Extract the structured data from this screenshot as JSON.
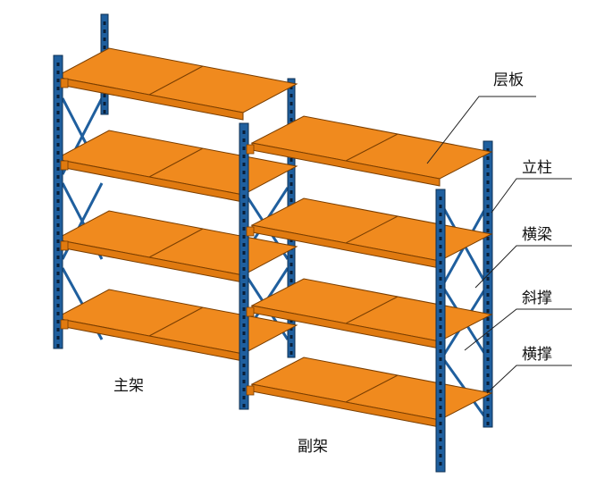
{
  "colors": {
    "upright": "#1f5f9e",
    "upright_edge": "#0e2f52",
    "upright_holes": "#0a1f38",
    "shelf_top": "#f08a1e",
    "shelf_front": "#e07a10",
    "shelf_edge": "#7a3e00",
    "beam_bracket": "#e07a10",
    "leader": "#222222"
  },
  "rack_labels": {
    "main": "主架",
    "sub": "副架"
  },
  "parts": {
    "shelf": "层板",
    "upright": "立柱",
    "beam": "横梁",
    "diagonal_brace": "斜撑",
    "horizontal_brace": "横撑"
  }
}
